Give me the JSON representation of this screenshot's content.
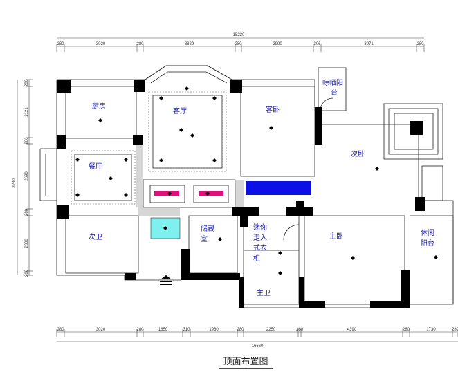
{
  "title": "顶面布置图",
  "colors": {
    "wall": "#000000",
    "label": "#1a1aa0",
    "light_pink": "#e0107a",
    "blue_fixture": "#0a10e6",
    "cyan_fixture": "#7ff0f0"
  },
  "dimensions": {
    "top_total": "15230",
    "top": [
      "280",
      "3020",
      "280",
      "3829",
      "280",
      "2990",
      "306",
      "3971",
      "280"
    ],
    "bottom_total": "16660",
    "bottom": [
      "280",
      "3020",
      "280",
      "1650",
      "310",
      "1960",
      "280",
      "2250",
      "360",
      "4390",
      "280",
      "1730",
      "280"
    ],
    "left_total": "8230",
    "left": [
      "280",
      "2121",
      "280",
      "2690",
      "280",
      "2300",
      "280"
    ]
  },
  "rooms": {
    "kitchen": "厨房",
    "living": "客厅",
    "guest_bedroom": "客卧",
    "drying_balcony_1": "晾晒阳",
    "drying_balcony_2": "台",
    "second_bedroom": "次卧",
    "dining": "餐厅",
    "second_bath": "次卫",
    "storage_1": "储藏",
    "storage_2": "室",
    "closet_1": "迷你",
    "closet_2": "走入",
    "closet_3": "式衣",
    "closet_4": "柜",
    "master_bedroom": "主卧",
    "master_bath": "主卫",
    "leisure_balcony_1": "休闲",
    "leisure_balcony_2": "阳台"
  }
}
